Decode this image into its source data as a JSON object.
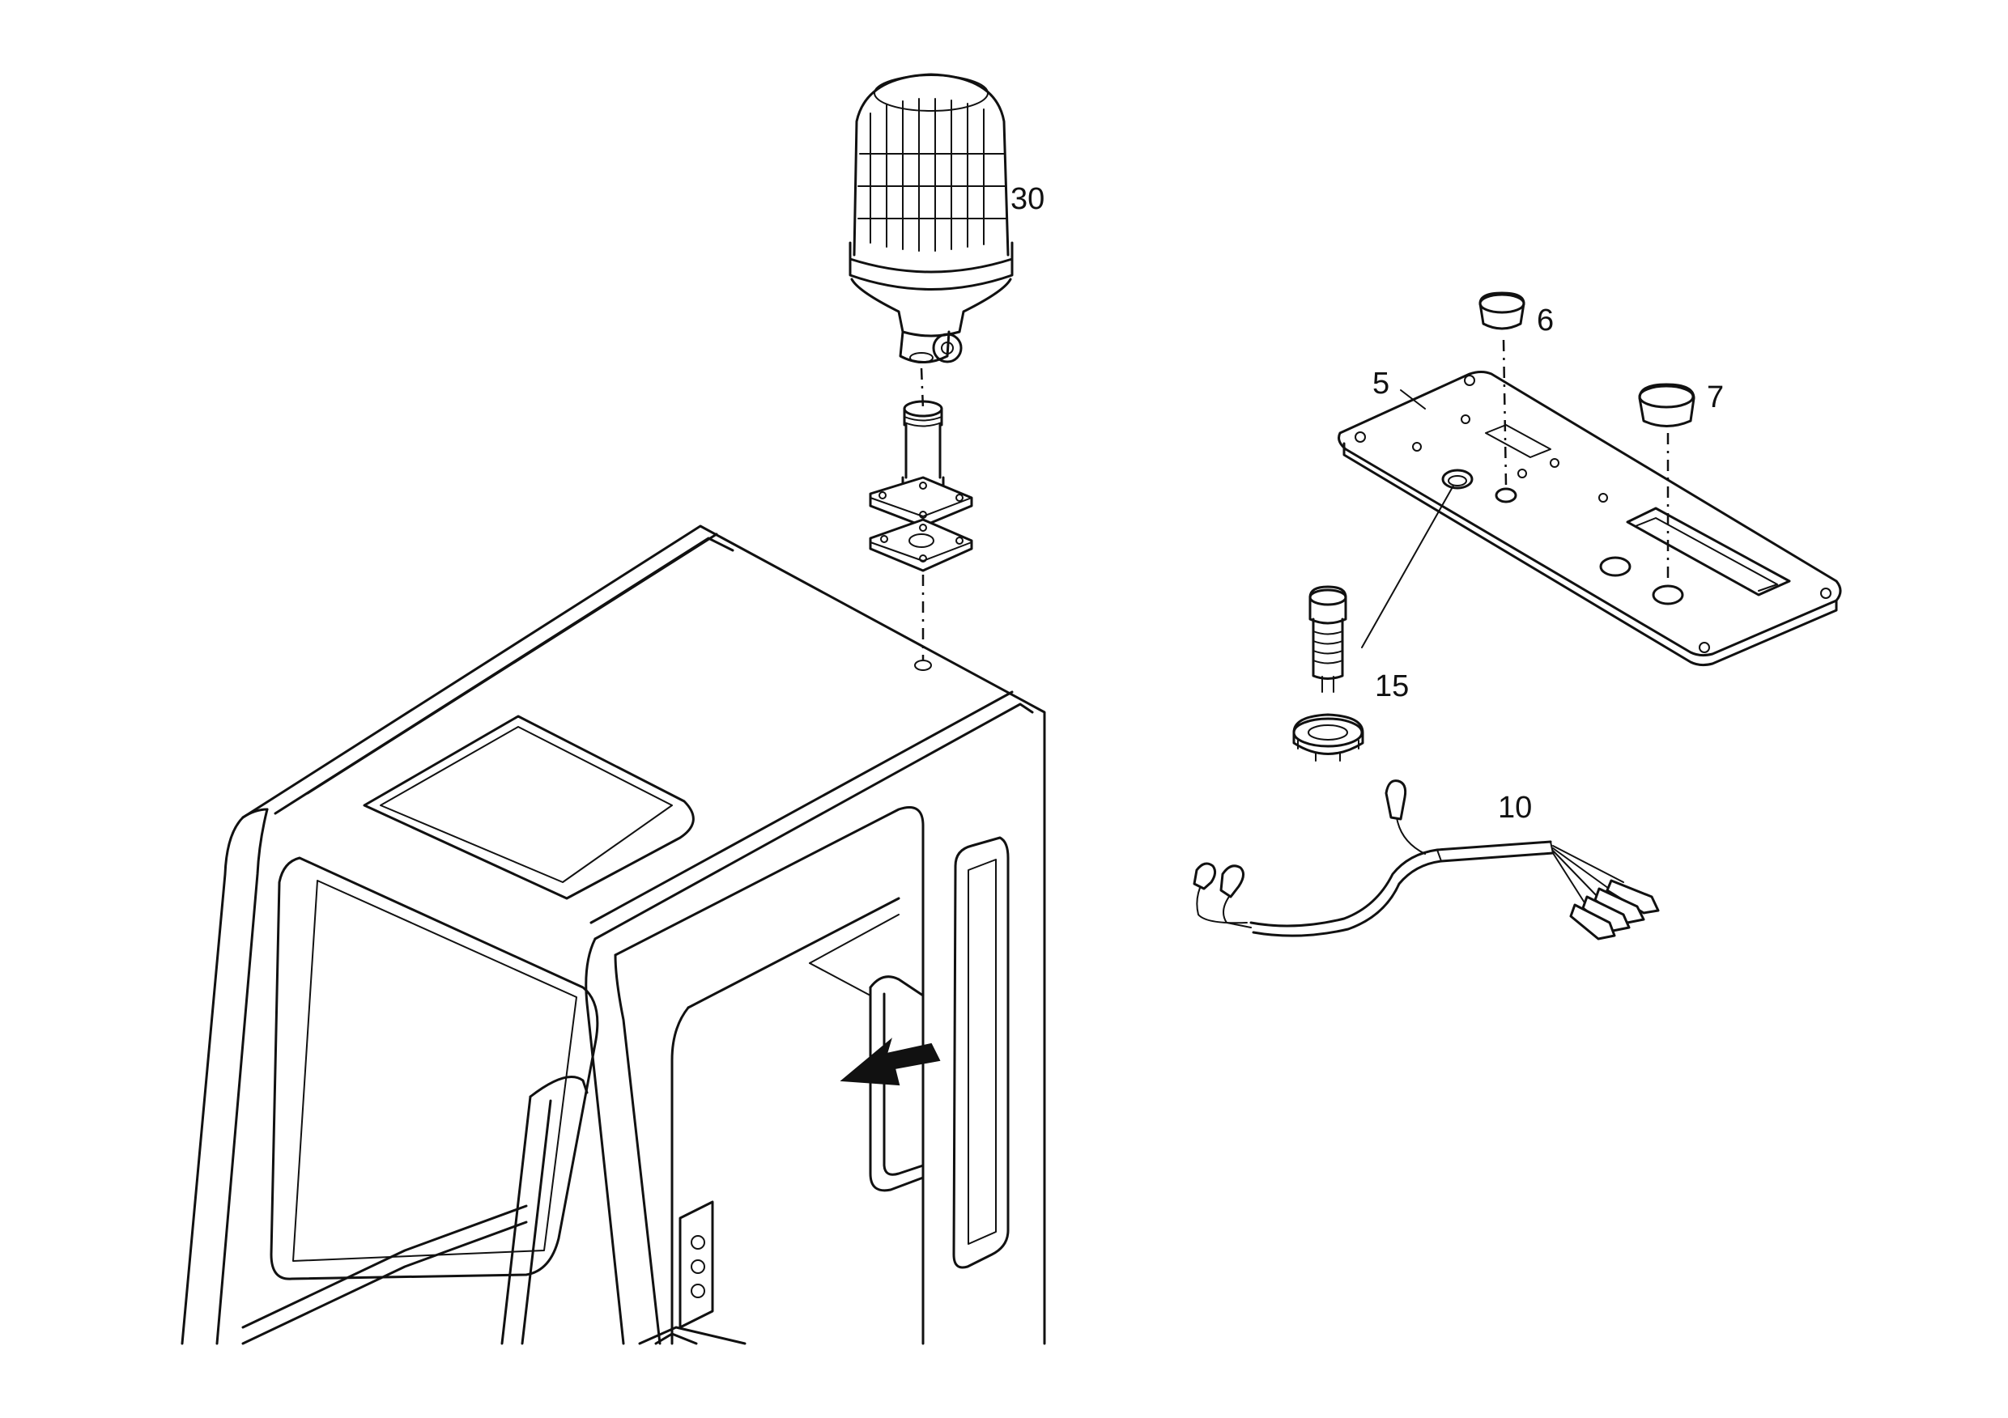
{
  "diagram": {
    "callouts": {
      "beacon": "30",
      "plate": "5",
      "plug_small": "6",
      "plug_large": "7",
      "switch": "15",
      "harness": "10"
    }
  }
}
